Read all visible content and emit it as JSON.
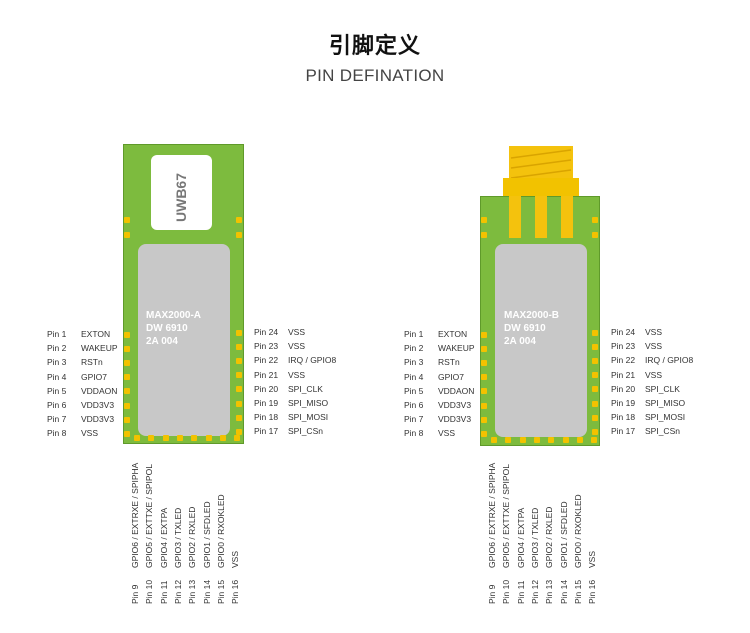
{
  "header": {
    "title_cn": "引脚定义",
    "title_en": "PIN DEFINATION"
  },
  "modules": [
    {
      "chip_lines": [
        "MAX2000-A",
        "DW 6910",
        "2A 004"
      ],
      "logo": "UWB67"
    },
    {
      "chip_lines": [
        "MAX2000-B",
        "DW 6910",
        "2A 004"
      ]
    }
  ],
  "left_pins": [
    {
      "num": "Pin 1",
      "name": "EXTON"
    },
    {
      "num": "Pin 2",
      "name": "WAKEUP"
    },
    {
      "num": "Pin 3",
      "name": "RSTn"
    },
    {
      "num": "Pin 4",
      "name": "GPIO7"
    },
    {
      "num": "Pin 5",
      "name": "VDDAON"
    },
    {
      "num": "Pin 6",
      "name": "VDD3V3"
    },
    {
      "num": "Pin 7",
      "name": "VDD3V3"
    },
    {
      "num": "Pin 8",
      "name": "VSS"
    }
  ],
  "right_pins": [
    {
      "num": "Pin 24",
      "name": "VSS"
    },
    {
      "num": "Pin 23",
      "name": "VSS"
    },
    {
      "num": "Pin 22",
      "name": "IRQ / GPIO8"
    },
    {
      "num": "Pin 21",
      "name": "VSS"
    },
    {
      "num": "Pin 20",
      "name": "SPI_CLK"
    },
    {
      "num": "Pin 19",
      "name": "SPI_MISO"
    },
    {
      "num": "Pin 18",
      "name": "SPI_MOSI"
    },
    {
      "num": "Pin 17",
      "name": "SPI_CSn"
    }
  ],
  "bottom_pins": [
    {
      "num": "Pin 9",
      "name": "GPIO6 / EXTRXE / SPIPHA"
    },
    {
      "num": "Pin 10",
      "name": "GPIO5 / EXTTXE / SPIPOL"
    },
    {
      "num": "Pin 11",
      "name": "GPIO4 / EXTPA"
    },
    {
      "num": "Pin 12",
      "name": "GPIO3 / TXLED"
    },
    {
      "num": "Pin 13",
      "name": "GPIO2 / RXLED"
    },
    {
      "num": "Pin 14",
      "name": "GPIO1 / SFDLED"
    },
    {
      "num": "Pin 15",
      "name": "GPIO0 / RXOKLED"
    },
    {
      "num": "Pin 16",
      "name": "VSS"
    }
  ]
}
